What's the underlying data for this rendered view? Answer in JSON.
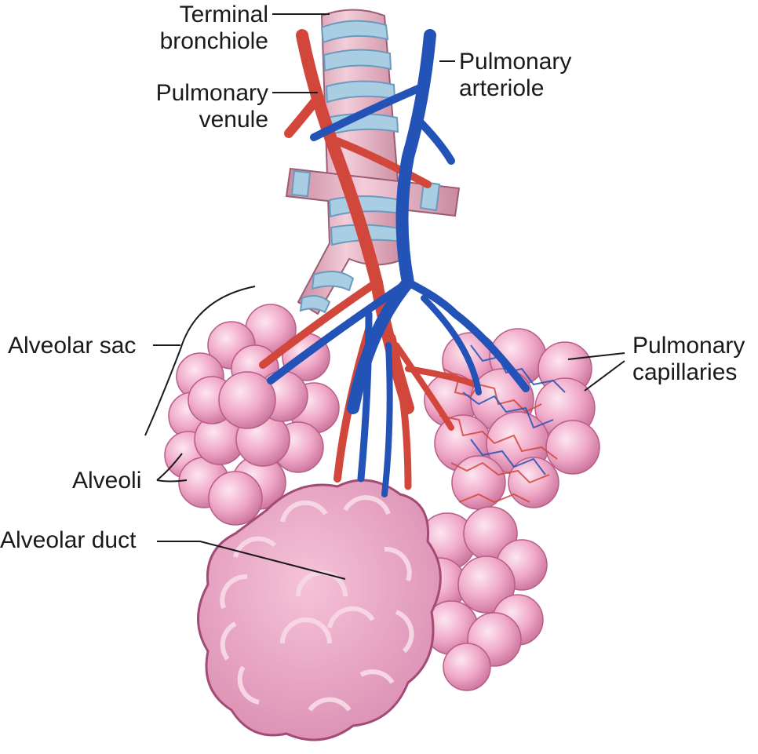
{
  "labels": {
    "terminal_bronchiole": [
      "Terminal",
      "bronchiole"
    ],
    "pulmonary_venule": [
      "Pulmonary",
      "venule"
    ],
    "pulmonary_arteriole": [
      "Pulmonary",
      "arteriole"
    ],
    "alveolar_sac": "Alveolar sac",
    "alveoli": "Alveoli",
    "alveolar_duct": "Alveolar duct",
    "pulmonary_capillaries": [
      "Pulmonary",
      "capillaries"
    ]
  },
  "colors": {
    "bronchiole": "#e8b4c4",
    "cartilage_band": "#a9cde3",
    "venule": "#d2473c",
    "arteriole": "#2453b8",
    "alveolus": "#f0a9c8",
    "alveolus_shadow": "#c9729b",
    "line": "#1a1a1a"
  }
}
